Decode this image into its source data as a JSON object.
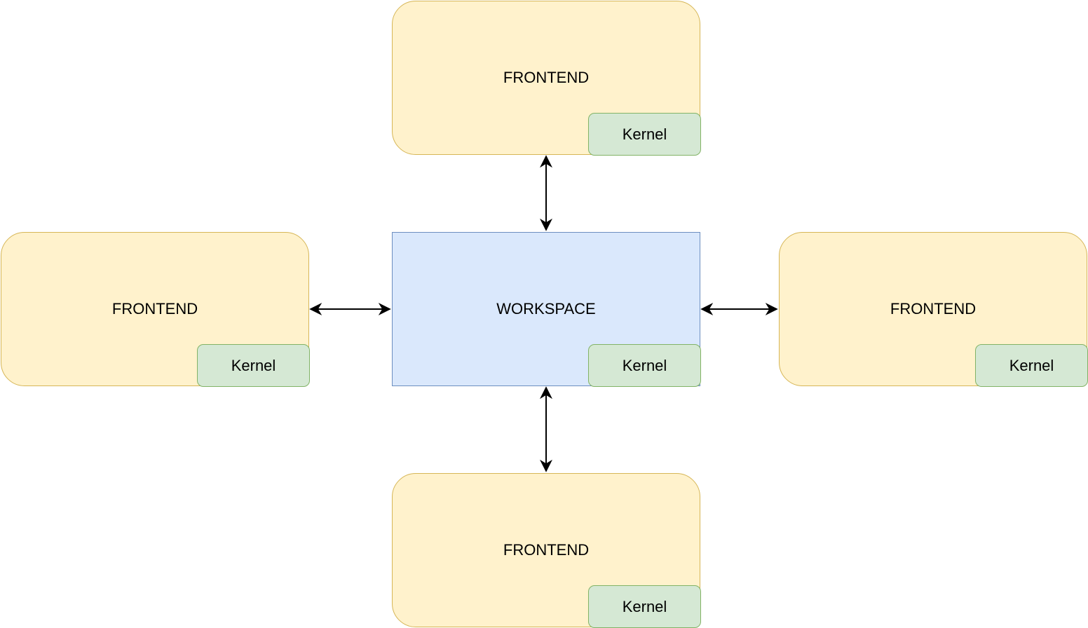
{
  "colors": {
    "frontend_fill": "#fff2cc",
    "frontend_stroke": "#d6b656",
    "workspace_fill": "#dae8fc",
    "workspace_stroke": "#6c8ebf",
    "kernel_fill": "#d5e8d4",
    "kernel_stroke": "#82b366",
    "arrow": "#000000"
  },
  "workspace": {
    "label": "WORKSPACE",
    "kernel_label": "Kernel"
  },
  "frontends": {
    "top": {
      "label": "FRONTEND",
      "kernel_label": "Kernel"
    },
    "left": {
      "label": "FRONTEND",
      "kernel_label": "Kernel"
    },
    "right": {
      "label": "FRONTEND",
      "kernel_label": "Kernel"
    },
    "bottom": {
      "label": "FRONTEND",
      "kernel_label": "Kernel"
    }
  },
  "connections": [
    {
      "from": "frontend-top",
      "to": "workspace",
      "direction": "bidirectional"
    },
    {
      "from": "frontend-left",
      "to": "workspace",
      "direction": "bidirectional"
    },
    {
      "from": "workspace",
      "to": "frontend-right",
      "direction": "bidirectional"
    },
    {
      "from": "workspace",
      "to": "frontend-bottom",
      "direction": "bidirectional"
    }
  ]
}
